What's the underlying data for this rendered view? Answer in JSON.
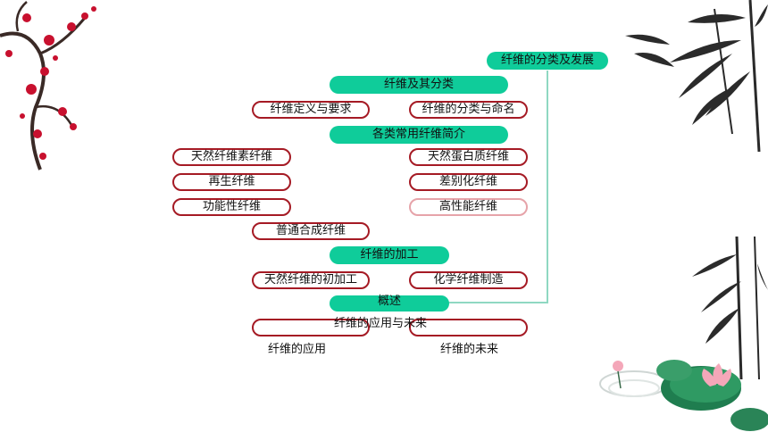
{
  "root": "纤维的分类及发展",
  "sections": [
    {
      "title": "纤维及其分类",
      "children": [
        "纤维定义与要求",
        "纤维的分类与命名"
      ]
    },
    {
      "title": "各类常用纤维简介",
      "children": [
        "天然纤维素纤维",
        "天然蛋白质纤维",
        "再生纤维",
        "差别化纤维",
        "功能性纤维",
        "高性能纤维",
        "普通合成纤维"
      ]
    },
    {
      "title": "纤维的加工",
      "children": [
        "天然纤维的初加工",
        "化学纤维制造"
      ]
    },
    {
      "title": "概述",
      "subtitle": "纤维的应用与未来",
      "children": [
        "纤维的应用",
        "纤维的未来"
      ]
    }
  ],
  "colors": {
    "pill": "#0fcc9a",
    "border": "#a51a24",
    "connector": "#8fd8c2"
  }
}
